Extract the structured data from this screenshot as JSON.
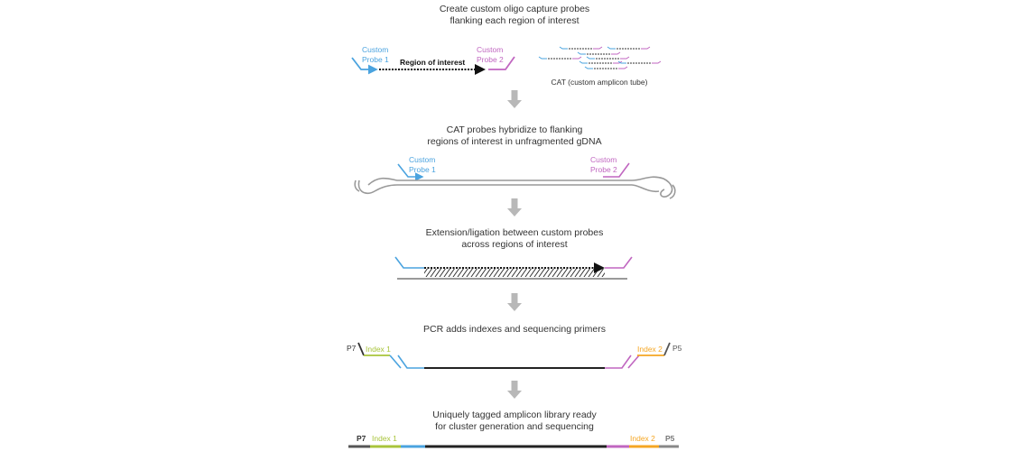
{
  "colors": {
    "probe1": "#4aa3df",
    "probe2": "#c066c0",
    "index1": "#a8c43a",
    "index2": "#f5a623",
    "adapter": "#555555",
    "dna": "#999999",
    "insert": "#222222",
    "arrow": "#b8b8b8",
    "text": "#333333"
  },
  "steps": [
    {
      "title_line1": "Create custom oligo capture probes",
      "title_line2": "flanking each region of interest",
      "probe1_line1": "Custom",
      "probe1_line2": "Probe 1",
      "probe2_line1": "Custom",
      "probe2_line2": "Probe 2",
      "region_label": "Region of interest",
      "tube_label": "CAT (custom amplicon tube)"
    },
    {
      "title_line1": "CAT probes hybridize to flanking",
      "title_line2": "regions of interest in unfragmented gDNA",
      "probe1_line1": "Custom",
      "probe1_line2": "Probe 1",
      "probe2_line1": "Custom",
      "probe2_line2": "Probe 2"
    },
    {
      "title_line1": "Extension/ligation between custom probes",
      "title_line2": "across regions of interest"
    },
    {
      "title_line1": "PCR adds indexes and sequencing primers",
      "p7": "P7",
      "index1": "Index 1",
      "index2": "Index 2",
      "p5": "P5"
    },
    {
      "title_line1": "Uniquely tagged amplicon library ready",
      "title_line2": "for cluster generation and sequencing",
      "p7": "P7",
      "index1": "Index 1",
      "index2": "Index 2",
      "p5": "P5"
    }
  ],
  "arrows": [
    {
      "icon": "down-arrow-icon"
    },
    {
      "icon": "down-arrow-icon"
    },
    {
      "icon": "down-arrow-icon"
    },
    {
      "icon": "down-arrow-icon"
    }
  ]
}
